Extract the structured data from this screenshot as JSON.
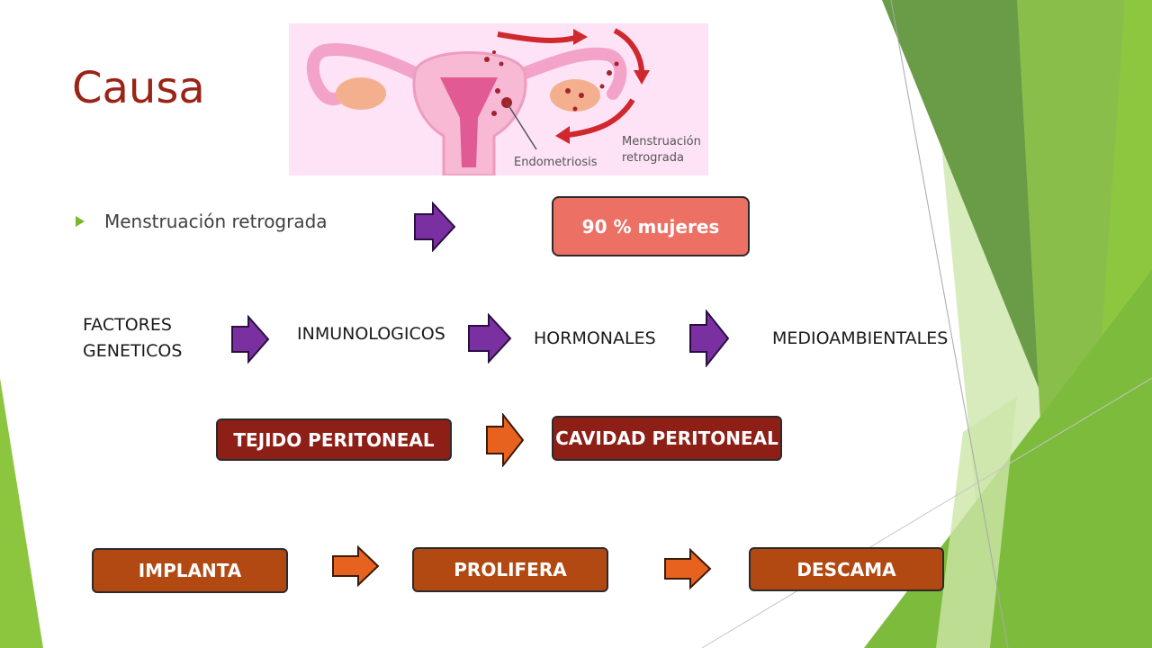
{
  "slide": {
    "title": "Causa",
    "bullet": "Menstruación retrograda",
    "result_box": "90 % mujeres",
    "factors": [
      "FACTORES\nGENETICOS",
      "INMUNOLOGICOS",
      "HORMONALES",
      "MEDIOAMBIENTALES"
    ],
    "peritoneal": [
      "TEJIDO PERITONEAL",
      "CAVIDAD PERITONEAL"
    ],
    "process": [
      "IMPLANTA",
      "PROLIFERA",
      "DESCAMA"
    ]
  },
  "figure": {
    "label_endometriosis": "Endometriosis",
    "label_retrograde_1": "Menstruación",
    "label_retrograde_2": "retrograda"
  },
  "colors": {
    "title": "#9a2417",
    "bullet_marker": "#7ab72a",
    "arrow_purple": "#7a30a0",
    "arrow_orange": "#e8621f",
    "box_salmon": "#ec7063",
    "box_dark_red": "#8e1f17",
    "box_rust": "#b24812",
    "figure_background": "#fde3f5"
  }
}
